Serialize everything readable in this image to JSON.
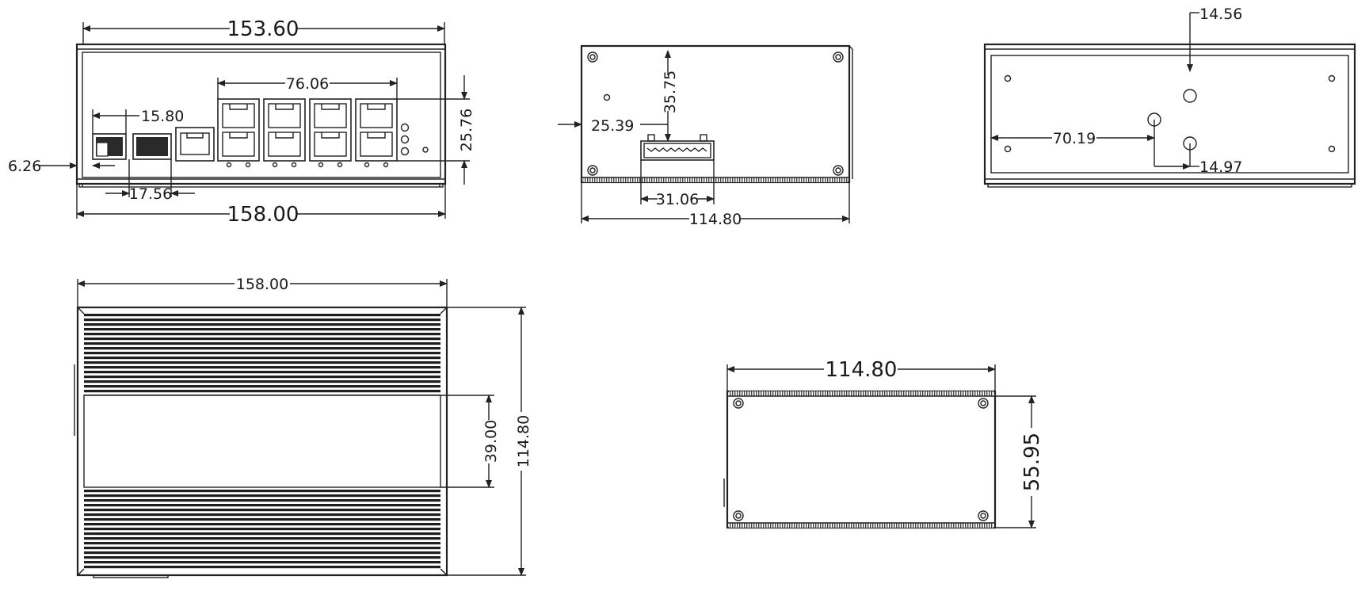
{
  "drawing": {
    "front_view": {
      "overall_top_width": "153.60",
      "port_group_width": "76.06",
      "sfp_width": "15.80",
      "port_height": "25.76",
      "left_offset": "6.26",
      "sfp_pitch": "17.56",
      "overall_bottom_width": "158.00"
    },
    "side_view": {
      "terminal_height": "35.75",
      "side_offset": "25.39",
      "terminal_width": "31.06",
      "side_depth": "114.80"
    },
    "rear_view": {
      "top_offset": "14.56",
      "horizontal_offset": "70.19",
      "hole_spacing": "14.97"
    },
    "top_view": {
      "width": "158.00",
      "center_band": "39.00",
      "depth": "114.80"
    },
    "bottom_side_view": {
      "width": "114.80",
      "height": "55.95"
    }
  }
}
